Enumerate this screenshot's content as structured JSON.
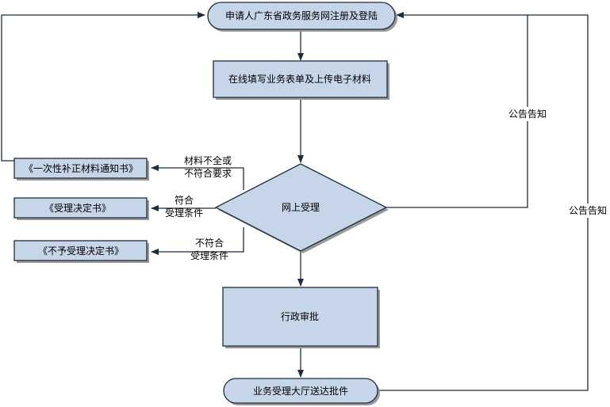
{
  "nodes": {
    "register": "申请人广东省政务服务网注册及登陆",
    "fill_form": "在线填写业务表单及上传电子材料",
    "online_accept": "网上受理",
    "admin_approval": "行政审批",
    "deliver": "业务受理大厅送达批件",
    "supplement_notice": "《一次性补正材料通知书》",
    "accept_decision": "《受理决定书》",
    "reject_decision": "《不予受理决定书》"
  },
  "labels": {
    "incomplete": [
      "材料不全或",
      "不符合要求"
    ],
    "meets": [
      "符合",
      "受理条件"
    ],
    "not_meets": [
      "不符合",
      "受理条件"
    ],
    "announce_1": "公告告知",
    "announce_2": "公告告知"
  }
}
